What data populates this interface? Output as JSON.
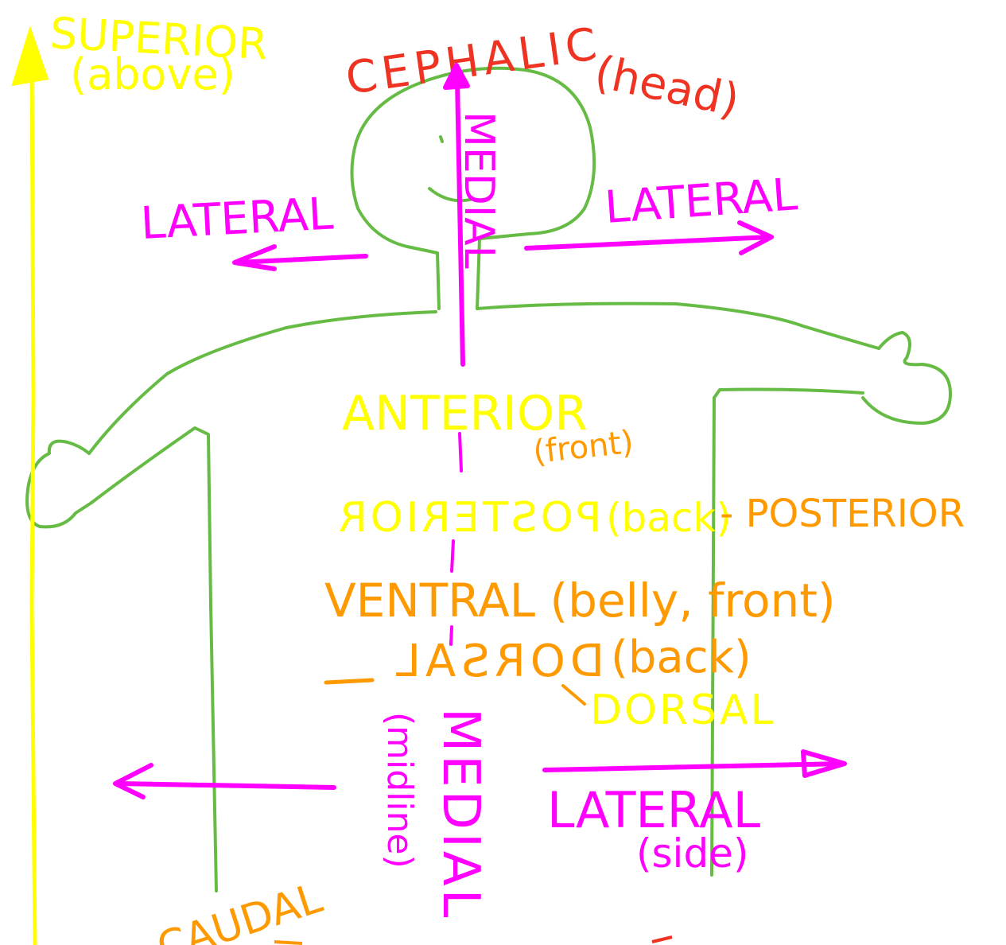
{
  "colors": {
    "yellow": "#ffff00",
    "magenta": "#ff00ff",
    "red": "#ee3322",
    "orange": "#ff9900",
    "green": "#66bb44",
    "background": "#ffffff"
  },
  "labels": {
    "superior": "SUPERIOR",
    "superior_note": "(above)",
    "cephalic": "CEPHALIC",
    "cephalic_note": "(head)",
    "medial_top": "MEDIAL",
    "lateral_left_top": "LATERAL",
    "lateral_right_top": "LATERAL",
    "anterior": "ANTERIOR",
    "anterior_note": "(front)",
    "posterior_mirrored": "POSTERIOR",
    "posterior_back_note": "(back)",
    "posterior": "- POSTERIOR",
    "ventral": "VENTRAL (belly, front)",
    "dorsal_mirrored": "DORSAL",
    "dorsal_back_note": "(back)",
    "dorsal": "DORSAL",
    "medial_bottom": "MEDIAL",
    "midline_note": "(midline)",
    "lateral_bottom": "LATERAL",
    "lateral_bottom_note": "(side)",
    "caudal_partial": "CAUDAL"
  }
}
